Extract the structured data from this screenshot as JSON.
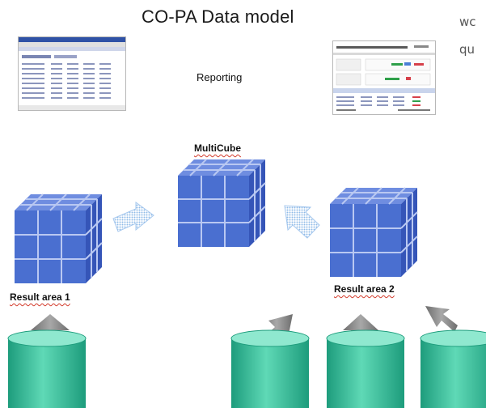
{
  "title": "CO-PA Data model",
  "side_text": [
    "wc",
    "qu"
  ],
  "labels": {
    "reporting": "Reporting",
    "multicube": "MultiCube",
    "result_area_1": "Result area 1",
    "result_area_2": "Result area 2"
  },
  "colors": {
    "cube_front": "#4a6fd0",
    "cube_grid": "#b9c8f2",
    "cube_top": "#6f8de0",
    "cube_side": "#3555b8",
    "cylinder": "#2fbf9b",
    "cylinder_top": "#8fe8cf",
    "arrow_gray": "#8a8a8a",
    "arrow_dotted": "#a6c8ee"
  },
  "icons": [
    "spreadsheet-thumbnail",
    "report-thumbnail",
    "cube-icon",
    "database-cylinder-icon",
    "arrow-icon"
  ]
}
